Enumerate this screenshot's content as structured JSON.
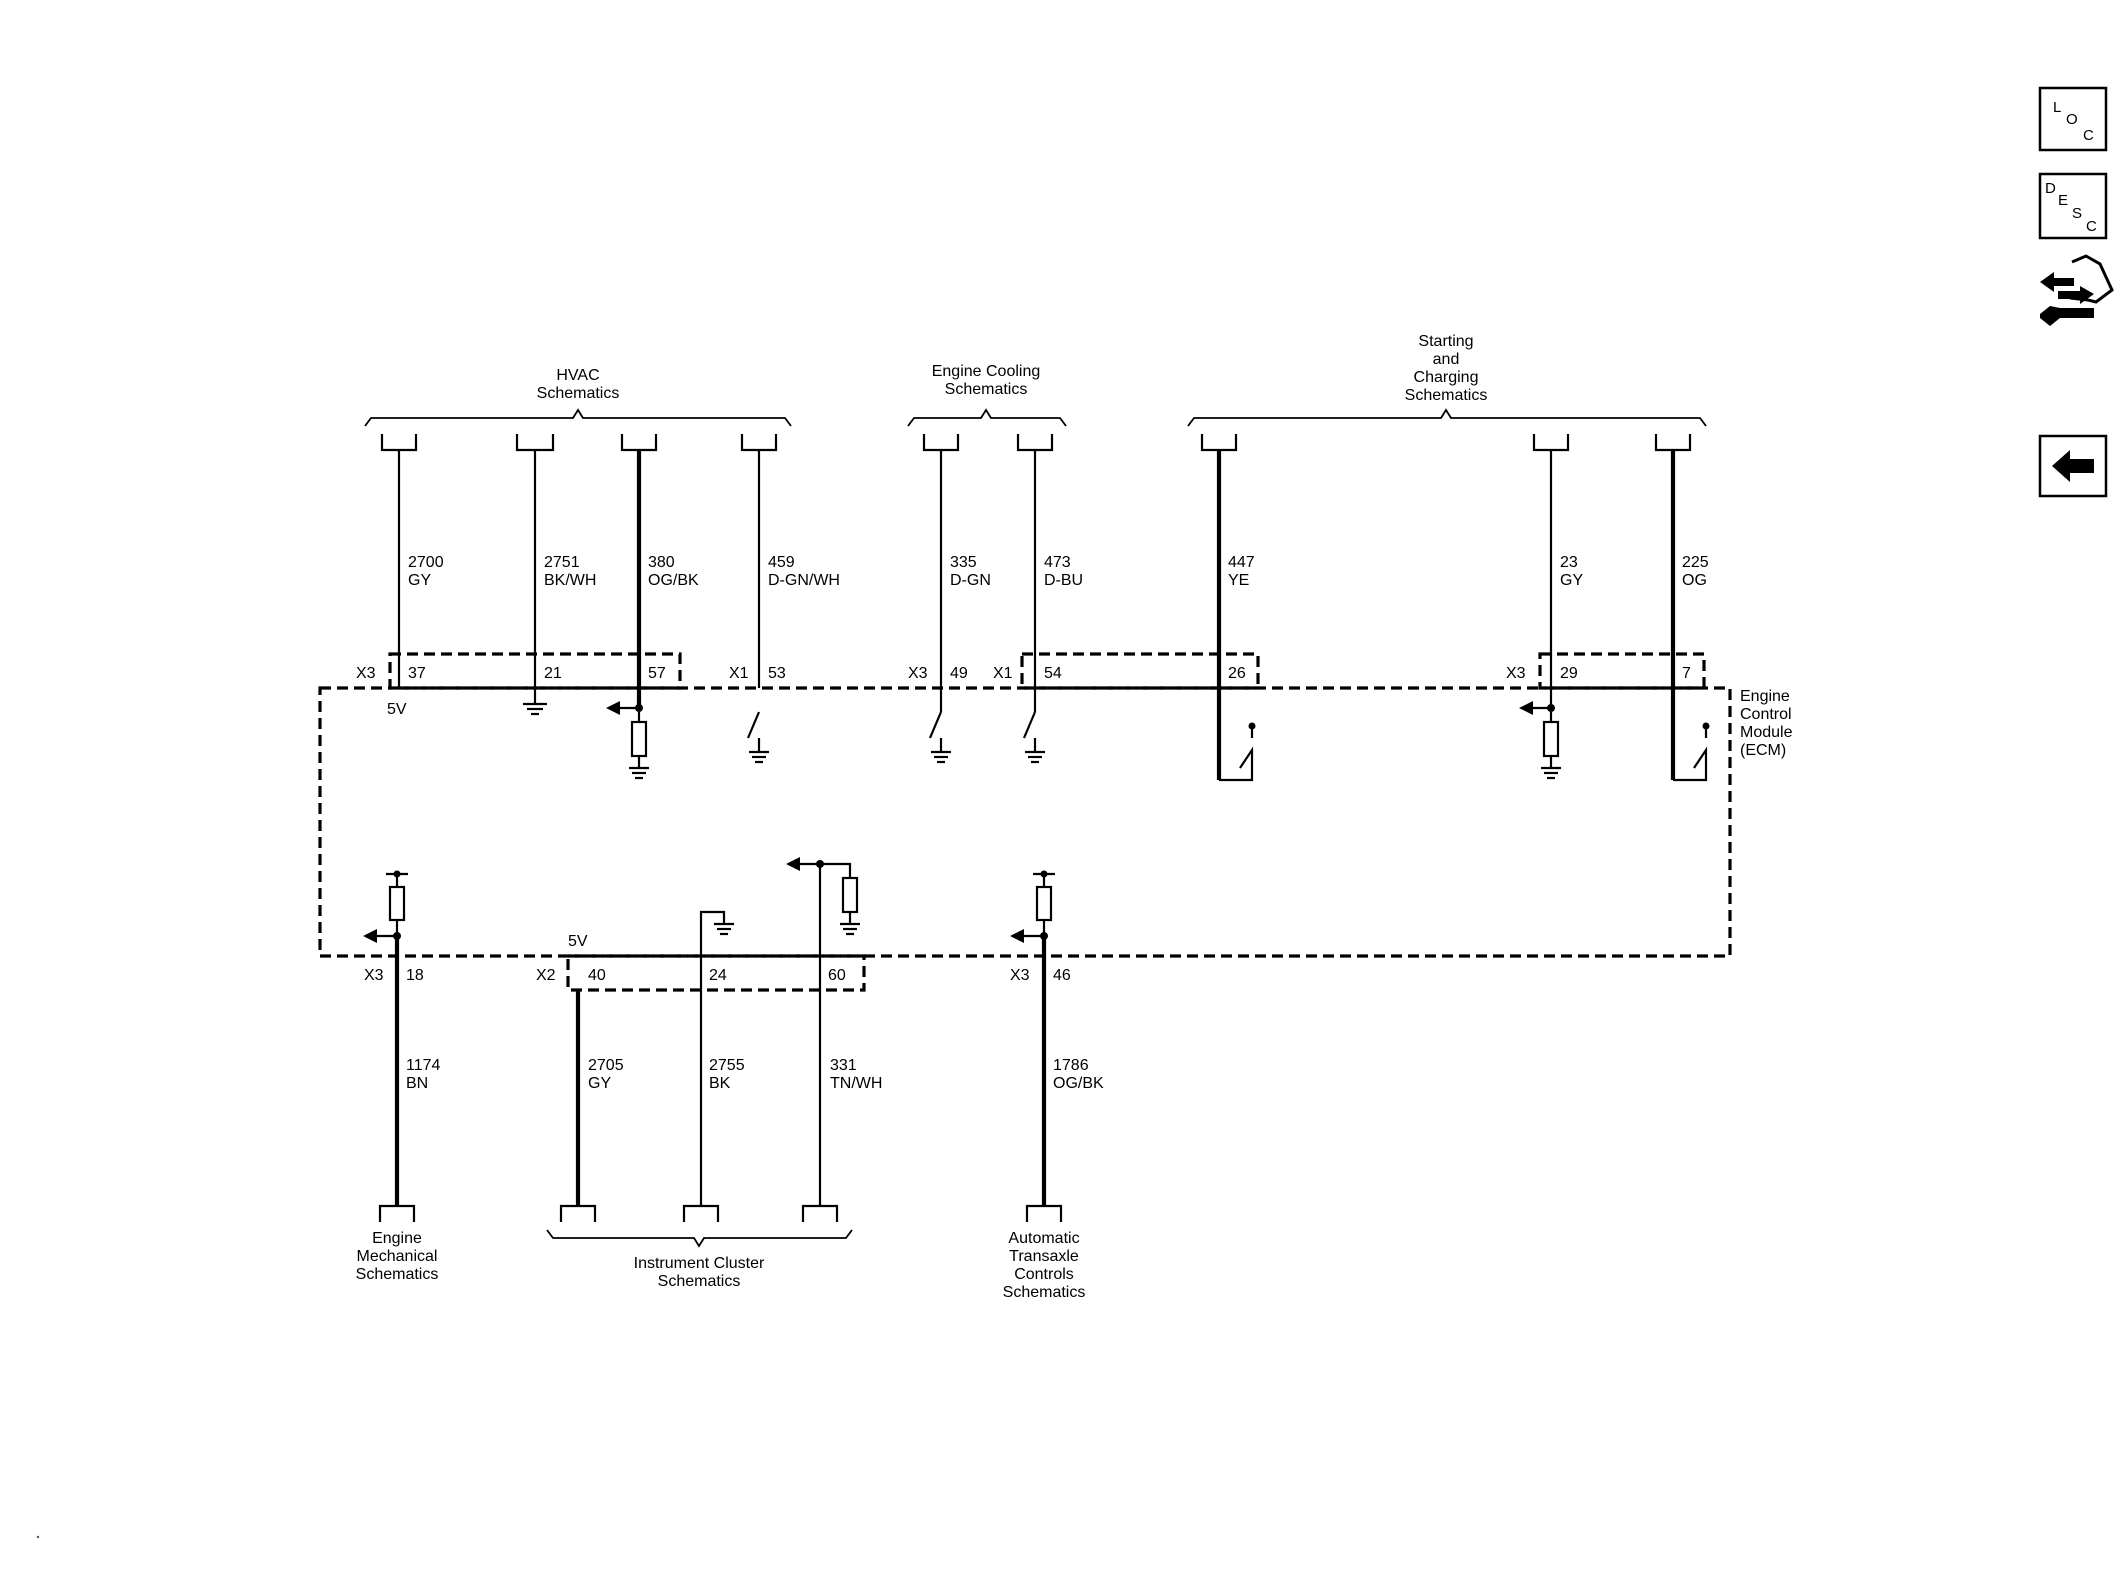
{
  "diagram": {
    "ecm_label": [
      "Engine",
      "Control",
      "Module",
      "(ECM)"
    ],
    "top_groups": {
      "hvac": [
        "HVAC",
        "Schematics"
      ],
      "engine_cooling": [
        "Engine Cooling",
        "Schematics"
      ],
      "starting_charging": [
        "Starting",
        "and",
        "Charging",
        "Schematics"
      ]
    },
    "bottom_groups": {
      "engine_mechanical": [
        "Engine",
        "Mechanical",
        "Schematics"
      ],
      "instrument_cluster": [
        "Instrument Cluster",
        "Schematics"
      ],
      "transaxle": [
        "Automatic",
        "Transaxle",
        "Controls",
        "Schematics"
      ]
    },
    "top_circuits": [
      {
        "circuit": "2700",
        "color": "GY",
        "connector": "X3",
        "pin": "37",
        "note": "5V"
      },
      {
        "circuit": "2751",
        "color": "BK/WH",
        "connector": "",
        "pin": "21"
      },
      {
        "circuit": "380",
        "color": "OG/BK",
        "connector": "",
        "pin": "57"
      },
      {
        "circuit": "459",
        "color": "D-GN/WH",
        "connector": "X1",
        "pin": "53"
      },
      {
        "circuit": "335",
        "color": "D-GN",
        "connector": "X3",
        "pin": "49"
      },
      {
        "circuit": "473",
        "color": "D-BU",
        "connector": "X1",
        "pin": "54"
      },
      {
        "circuit": "447",
        "color": "YE",
        "connector": "",
        "pin": "26"
      },
      {
        "circuit": "23",
        "color": "GY",
        "connector": "X3",
        "pin": "29"
      },
      {
        "circuit": "225",
        "color": "OG",
        "connector": "",
        "pin": "7"
      }
    ],
    "bottom_circuits": [
      {
        "circuit": "1174",
        "color": "BN",
        "connector": "X3",
        "pin": "18"
      },
      {
        "circuit": "2705",
        "color": "GY",
        "connector": "X2",
        "pin": "40",
        "note": "5V"
      },
      {
        "circuit": "2755",
        "color": "BK",
        "connector": "",
        "pin": "24"
      },
      {
        "circuit": "331",
        "color": "TN/WH",
        "connector": "",
        "pin": "60"
      },
      {
        "circuit": "1786",
        "color": "OG/BK",
        "connector": "X3",
        "pin": "46"
      }
    ]
  },
  "sidebar": {
    "loc_button": {
      "letters": [
        "L",
        "O",
        "C"
      ],
      "icon": "loc-icon"
    },
    "desc_button": {
      "letters": [
        "D",
        "E",
        "S",
        "C"
      ],
      "icon": "desc-icon"
    },
    "connector_tool_button": {
      "icon": "connector-wrench-icon"
    },
    "back_button": {
      "icon": "back-arrow-icon"
    }
  }
}
